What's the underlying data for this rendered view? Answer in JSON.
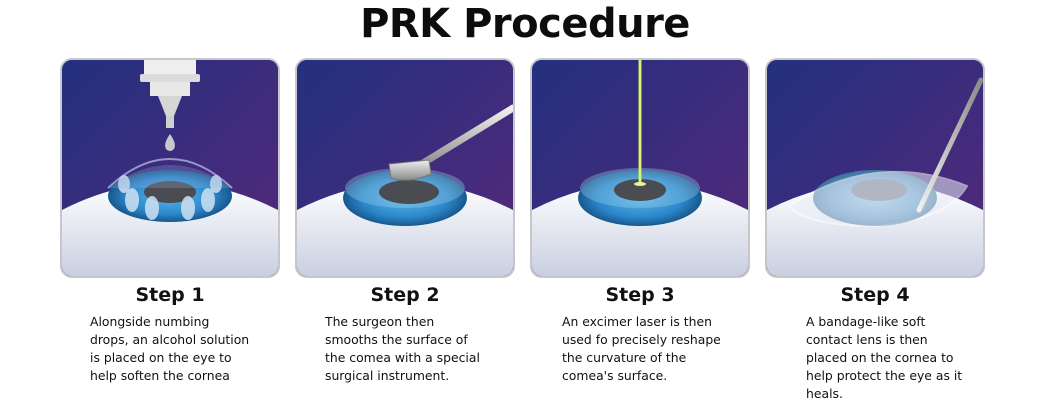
{
  "title": "PRK Procedure",
  "colors": {
    "background_top": "#2a2d8a",
    "background_bottom": "#4a2a7a",
    "iris_outer": "#1d6fb5",
    "iris_inner": "#3aa3e0",
    "pupil": "#4b4b52",
    "sclera": "#f2f4f8",
    "laser": "#c8e04a"
  },
  "steps": [
    {
      "title": "Step 1",
      "description": "Alongside numbing drops, an alcohol solution is placed on the eye to help soften the cornea",
      "icon": "dropper-icon"
    },
    {
      "title": "Step 2",
      "description": "The surgeon then smooths the surface of the comea with a special surgical instrument.",
      "icon": "spatula-icon"
    },
    {
      "title": "Step 3",
      "description": "An excimer laser is then used fo precisely reshape the curvature of the comea's surface.",
      "icon": "laser-icon"
    },
    {
      "title": "Step 4",
      "description": "A bandage-like soft contact lens is then placed on the cornea to help protect the eye as it heals.",
      "icon": "contact-lens-icon"
    }
  ]
}
